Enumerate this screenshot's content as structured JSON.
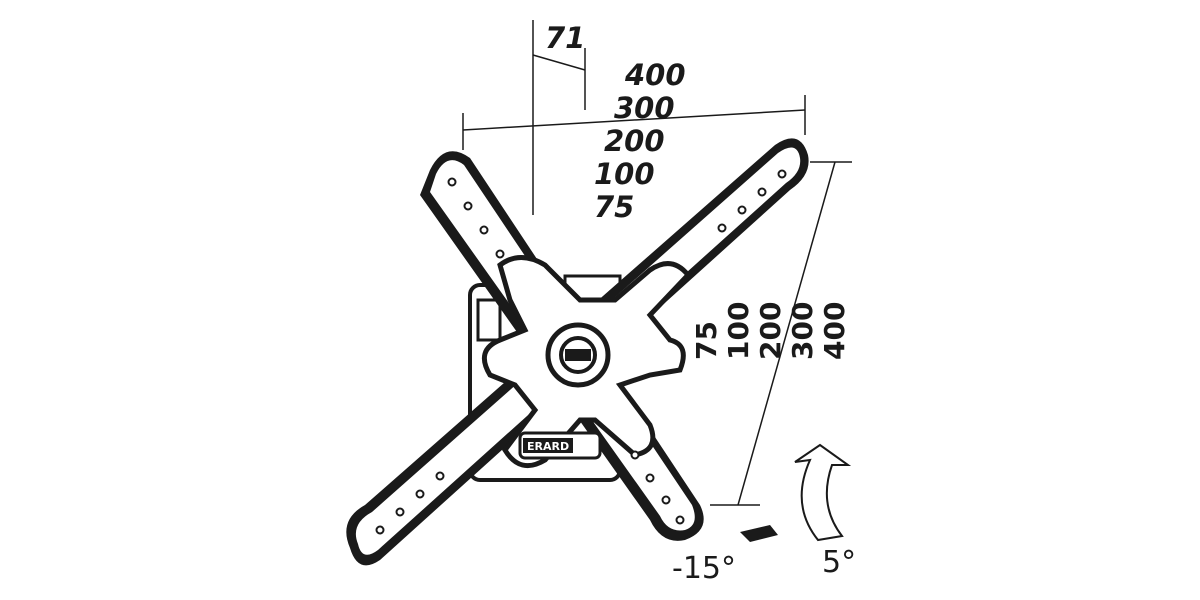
{
  "horizontal_dimension": {
    "offset": "71",
    "vesa_values": [
      "400",
      "300",
      "200",
      "100",
      "75"
    ]
  },
  "vertical_dimension": {
    "vesa_values": [
      "75",
      "100",
      "200",
      "300",
      "400"
    ]
  },
  "tilt": {
    "min_label": "-15°",
    "max_label": "5°"
  },
  "brand_label": "ERARD"
}
